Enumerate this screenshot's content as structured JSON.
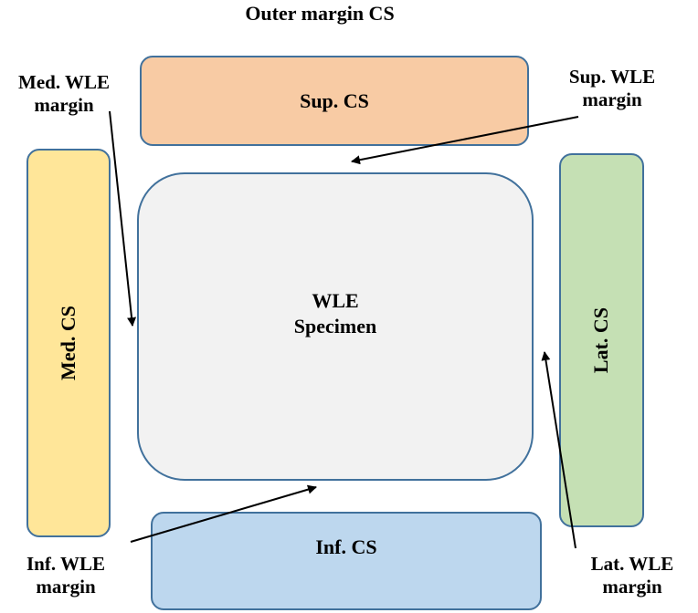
{
  "title": "Outer margin CS",
  "boxes": {
    "sup": {
      "label": "Sup. CS",
      "fill": "#f8cba4"
    },
    "inf": {
      "label": "Inf. CS",
      "fill": "#bdd7ee"
    },
    "med": {
      "label": "Med. CS",
      "fill": "#ffe699"
    },
    "lat": {
      "label": "Lat. CS",
      "fill": "#c5e0b4"
    },
    "specimen": {
      "line1": "WLE",
      "line2": "Specimen",
      "fill": "#f2f2f2"
    }
  },
  "labels": {
    "med_margin": {
      "line1": "Med. WLE",
      "line2": "margin"
    },
    "sup_margin": {
      "line1": "Sup. WLE",
      "line2": "margin"
    },
    "inf_margin": {
      "line1": "Inf. WLE",
      "line2": "margin"
    },
    "lat_margin": {
      "line1": "Lat. WLE",
      "line2": "margin"
    }
  },
  "colors": {
    "border": "#41719c",
    "arrow": "#000000"
  }
}
